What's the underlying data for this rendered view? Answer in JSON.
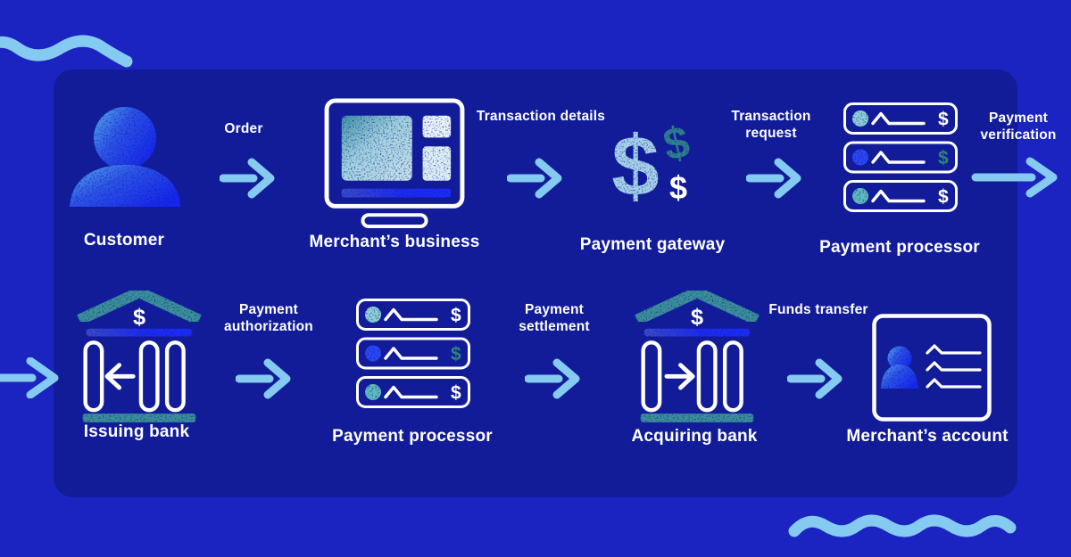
{
  "title": "Payment processing flow diagram",
  "glyphs": {
    "dollar": "$"
  },
  "colors": {
    "outer_background": "#1B24C1",
    "panel_background": "#121C99",
    "arrow_light_blue": "#85CAF1",
    "teal": "#3A9098",
    "bright_blue": "#1B2BF2",
    "light_blue_dollar": "#A6D3E8",
    "green_dollar": "#2E8578",
    "label_white": "#FFFFFF"
  },
  "nodes": {
    "customer": {
      "label": "Customer"
    },
    "merchant_business": {
      "label": "Merchant’s business"
    },
    "payment_gateway": {
      "label": "Payment gateway"
    },
    "payment_processor_top": {
      "label": "Payment processor"
    },
    "issuing_bank": {
      "label": "Issuing bank"
    },
    "payment_processor_bottom": {
      "label": "Payment processor"
    },
    "acquiring_bank": {
      "label": "Acquiring bank"
    },
    "merchant_account": {
      "label": "Merchant’s account"
    }
  },
  "connectors": {
    "order": {
      "label": "Order"
    },
    "transaction_details": {
      "label": "Transaction details"
    },
    "transaction_request": {
      "label": "Transaction request"
    },
    "payment_verification": {
      "label": "Payment verification"
    },
    "payment_authorization": {
      "label": "Payment authorization"
    },
    "payment_settlement": {
      "label": "Payment settlement"
    },
    "funds_transfer": {
      "label": "Funds transfer"
    }
  },
  "sequence": [
    "Customer",
    "Order",
    "Merchant’s business",
    "Transaction details",
    "Payment gateway",
    "Transaction request",
    "Payment processor",
    "Payment verification",
    "Issuing bank",
    "Payment authorization",
    "Payment processor",
    "Payment settlement",
    "Acquiring bank",
    "Funds transfer",
    "Merchant’s account"
  ]
}
